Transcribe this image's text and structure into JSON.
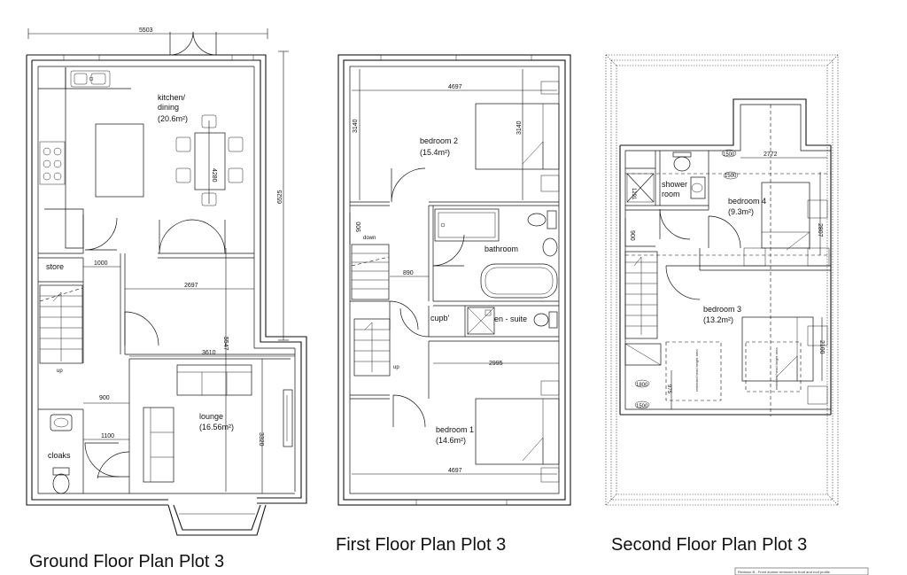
{
  "plans": {
    "ground": {
      "title": "Ground Floor Plan Plot 3",
      "rooms": {
        "kitchen_line1": "kitchen/",
        "kitchen_line2": "dining",
        "kitchen_area": "(20.6m²)",
        "store": "store",
        "lounge": "lounge",
        "lounge_area": "(16.56m²)",
        "cloaks": "cloaks",
        "stair_up": "up"
      },
      "dims": {
        "width": "5503",
        "depth": "6525",
        "kitchen_height": "4280",
        "store_width": "1000",
        "hall_width": "2697",
        "lounge_width": "3610",
        "hall_depth": "5547",
        "lounge_depth": "3320",
        "cloaks_width": "900",
        "cloaks_door": "1100"
      }
    },
    "first": {
      "title": "First Floor Plan Plot 3",
      "rooms": {
        "bedroom2": "bedroom 2",
        "bedroom2_area": "(15.4m²)",
        "bathroom": "bathroom",
        "cupb": "cupb'",
        "ensuite": "en - suite",
        "bedroom1": "bedroom 1",
        "bedroom1_area": "(14.6m²)",
        "stair_down": "down",
        "stair_up": "up"
      },
      "dims": {
        "bed2_width": "4697",
        "bed2_depth_left": "3140",
        "bed2_depth_right": "3140",
        "stair_width": "900",
        "landing": "890",
        "bed1_width": "2995",
        "bottom_width": "4697"
      }
    },
    "second": {
      "title": "Second Floor Plan Plot 3",
      "rooms": {
        "shower_line1": "shower",
        "shower_line2": "room",
        "bedroom4": "bedroom 4",
        "bedroom4_area": "(9.3m²)",
        "bedroom3": "bedroom 3",
        "bedroom3_area": "(13.2m²)"
      },
      "dims": {
        "bed4_width": "2772",
        "bed4_depth": "2807",
        "shower_width": "1291",
        "stair_width": "900",
        "bed3_depth": "2100",
        "low_height": "975",
        "rooflight_a": "1500",
        "rooflight_b": "1500",
        "rooflight_c": "1800",
        "rooflight_d": "1500"
      },
      "notes": {
        "restricted_a": "restricted head height area",
        "restricted_b": "restricted head height area"
      }
    }
  },
  "revision_note": "Revision B - Front dormer removed to front and roof profile"
}
